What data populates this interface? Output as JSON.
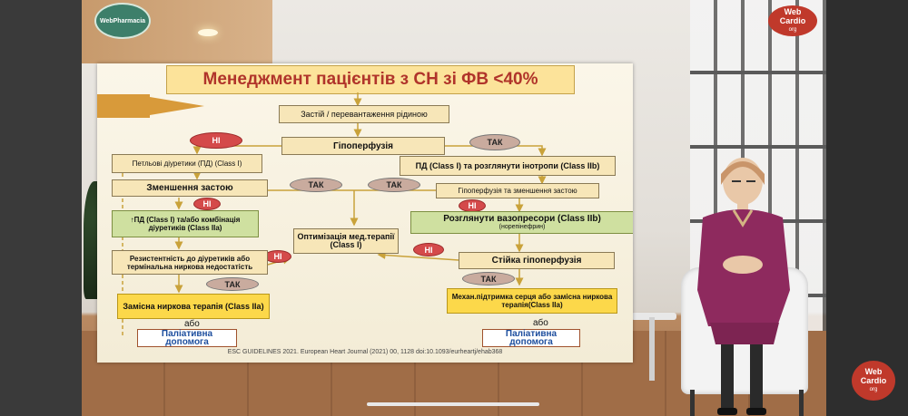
{
  "branding": {
    "left_logo": "WebPharmacia",
    "top_right_logo": {
      "name": "Web",
      "second": "Cardio",
      "sub": "org"
    },
    "bottom_right_logo": {
      "name": "Web",
      "second": "Cardio",
      "sub": "org"
    }
  },
  "slide": {
    "title": "Менеджмент пацієнтів з СН зі ФВ <40%",
    "citation": "ESC GUIDELINES 2021. European Heart Journal (2021) 00, 1128 doi:10.1093/eurheartj/ehab368",
    "nodes": {
      "congestion": "Застій / перевантаження рідиною",
      "hypoperfusion": "Гіпоперфузія",
      "loop_diuretics": "Петльові діуретики (ПД) (Class I)",
      "pd_inotropes": "ПД (Class I) та розглянути інотропи (Class IIb)",
      "reduced_congestion": "Зменшення застою",
      "hypo_and_reduced": "Гіпоперфузія та зменшення застою",
      "increase_pd": "↑ПД (Class I) та/або комбінація діуретиків (Class IIa)",
      "vasopressors": "Розглянути вазопресори (Class IIb)",
      "vasopressors_sub": "(норепінефрин)",
      "optimization": "Оптимізація мед.терапії (Class I)",
      "resistance": "Резистентність до діуретиків або термінальна ниркова недостатість",
      "persistent_hypo": "Стійка гіпоперфузія",
      "renal_therapy": "Замісна ниркова терапія (Class IIa)",
      "mech_support": "Механ.підтримка серця або замісна ниркова терапія(Class IIa)",
      "palliative_left": "Паліативна допомога",
      "palliative_right": "Паліативна допомога",
      "abo_left": "або",
      "abo_right": "або"
    },
    "labels": {
      "no": "НІ",
      "yes": "ТАК"
    }
  },
  "colors": {
    "title_text": "#b0342a",
    "no_badge": "#d44a4a",
    "yes_badge": "#c9ab9e",
    "palliative_text": "#1d4e9e"
  }
}
